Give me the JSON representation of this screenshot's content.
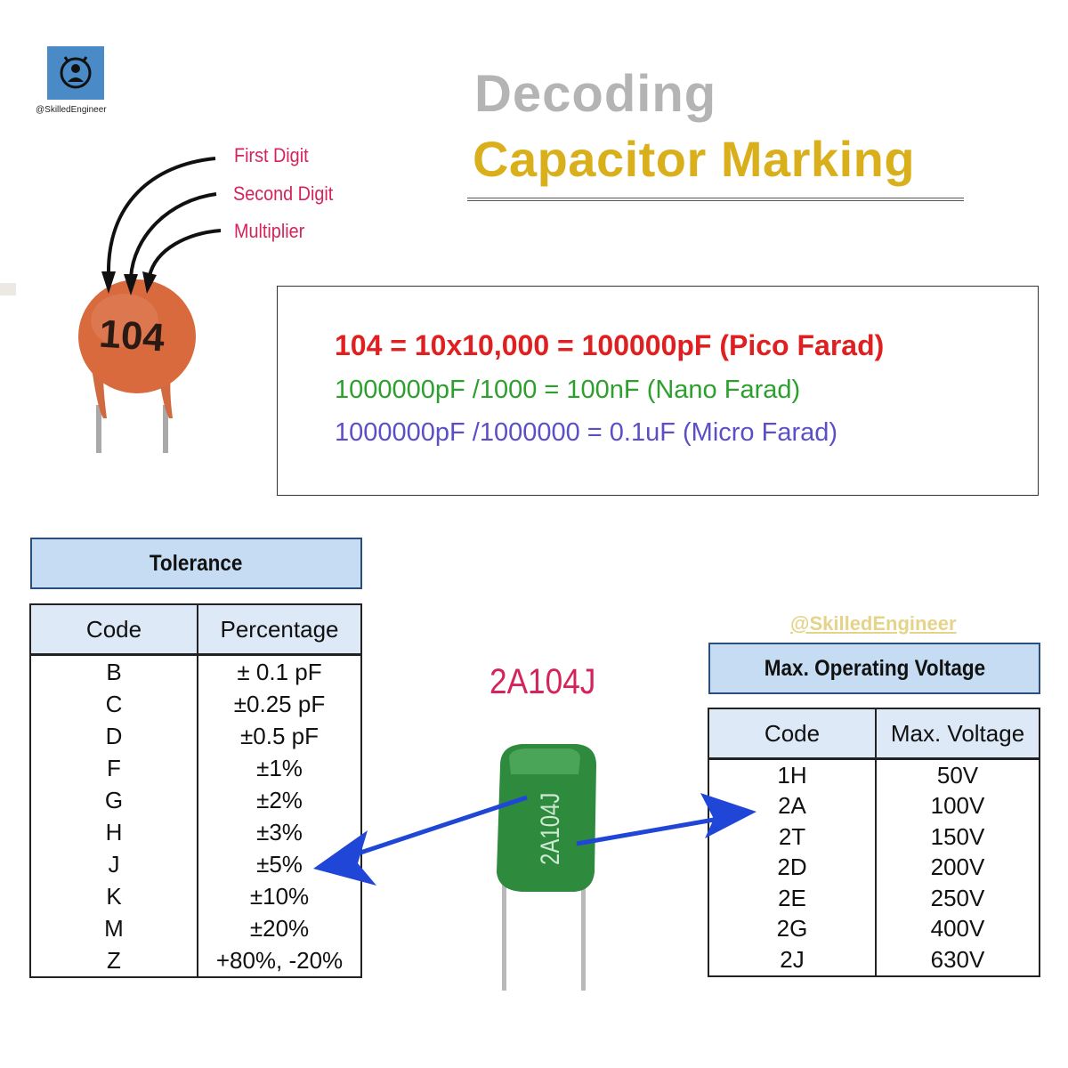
{
  "brand": {
    "handle": "@SkilledEngineer",
    "watermark": "@SkilledEngineer"
  },
  "title": {
    "line1": "Decoding",
    "line2": "Capacitor Marking"
  },
  "ceramic_capacitor": {
    "marking": "104",
    "labels": {
      "first_digit": "First Digit",
      "second_digit": "Second Digit",
      "multiplier": "Multiplier"
    }
  },
  "formulas": {
    "pico": "104  =  10x10,000 = 100000pF (Pico Farad)",
    "nano": "1000000pF /1000 = 100nF (Nano Farad)",
    "micro": "1000000pF /1000000 = 0.1uF (Micro Farad)"
  },
  "film_capacitor": {
    "code": "2A104J",
    "body_text": "2A104J"
  },
  "tolerance": {
    "title": "Tolerance",
    "columns": [
      "Code",
      "Percentage"
    ],
    "rows": [
      [
        "B",
        "± 0.1 pF"
      ],
      [
        "C",
        "±0.25 pF"
      ],
      [
        "D",
        "±0.5 pF"
      ],
      [
        "F",
        "±1%"
      ],
      [
        "G",
        "±2%"
      ],
      [
        "H",
        "±3%"
      ],
      [
        "J",
        "±5%"
      ],
      [
        "K",
        "±10%"
      ],
      [
        "M",
        "±20%"
      ],
      [
        "Z",
        "+80%, -20%"
      ]
    ]
  },
  "voltage": {
    "title": "Max. Operating Voltage",
    "columns": [
      "Code",
      "Max. Voltage"
    ],
    "rows": [
      [
        "1H",
        "50V"
      ],
      [
        "2A",
        "100V"
      ],
      [
        "2T",
        "150V"
      ],
      [
        "2D",
        "200V"
      ],
      [
        "2E",
        "250V"
      ],
      [
        "2G",
        "400V"
      ],
      [
        "2J",
        "630V"
      ]
    ]
  },
  "colors": {
    "title_grey": "#b4b4b4",
    "title_gold": "#d9b01c",
    "label_pink": "#d5245b",
    "pico_red": "#e02020",
    "nano_green": "#2ca02c",
    "micro_purple": "#5b4fc8",
    "arrow_blue": "#1f46d6",
    "ceramic_orange": "#d86a3e",
    "film_green": "#2e8b3e",
    "header_blue": "#c5dcf2"
  }
}
